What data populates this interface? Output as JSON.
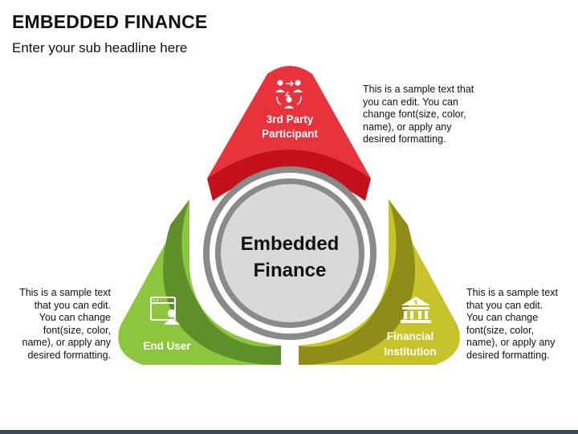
{
  "title": "EMBEDDED FINANCE",
  "subtitle": "Enter your sub headline here",
  "center": {
    "line1": "Embedded",
    "line2": "Finance"
  },
  "segments": [
    {
      "id": "top",
      "line1": "3rd Party",
      "line2": "Participant",
      "icon": "people-exchange-icon",
      "color": "#e8323c",
      "dark": "#c4101b"
    },
    {
      "id": "left",
      "line1": "End User",
      "line2": "",
      "icon": "user-window-icon",
      "color": "#8cc63f",
      "dark": "#5f8f2a"
    },
    {
      "id": "right",
      "line1": "Financial",
      "line2": "Institution",
      "icon": "bank-icon",
      "color": "#c6c42a",
      "dark": "#8f8c1a"
    }
  ],
  "descriptions": {
    "top_right": [
      "This is a sample text that",
      "you can edit. You can",
      "change font(size, color,",
      "name), or apply any",
      "desired formatting."
    ],
    "left": [
      "This is a sample text",
      "that you can edit.",
      "You can change",
      "font(size, color,",
      "name), or apply any",
      "desired formatting."
    ],
    "right": [
      "This is a sample text",
      "that you can edit.",
      "You can change",
      "font(size, color,",
      "name), or apply any",
      "desired formatting."
    ]
  }
}
